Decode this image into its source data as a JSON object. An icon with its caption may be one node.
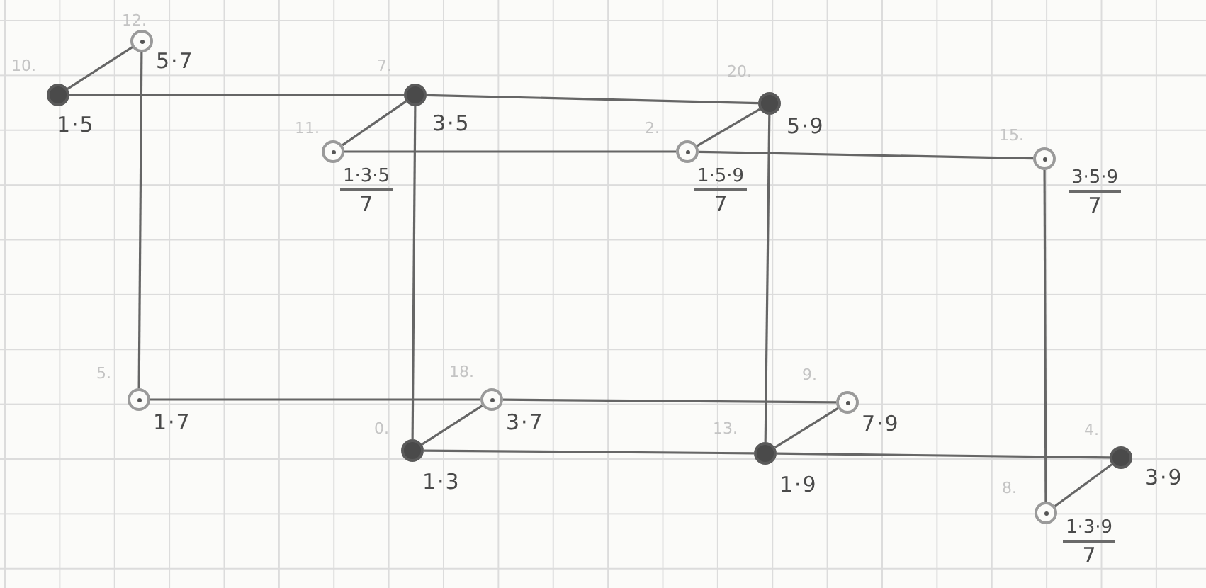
{
  "diagram": {
    "nodes": [
      {
        "text": [],
        "shape": "circle",
        "beside": [
          "12.",
          "5·7"
        ]
      },
      {
        "text": [],
        "shape": "dot",
        "beside": [
          "10.",
          "1·5"
        ]
      },
      {
        "text": [],
        "shape": "dot",
        "beside": [
          "7.",
          "3·5"
        ]
      },
      {
        "text": [],
        "shape": "dot",
        "beside": [
          "20.",
          "5·9"
        ]
      },
      {
        "text": [],
        "shape": "circle",
        "beside": [
          "11.",
          "1·3·5",
          "7"
        ]
      },
      {
        "text": [],
        "shape": "circle",
        "beside": [
          "2.",
          "1·5·9",
          "7"
        ]
      },
      {
        "text": [],
        "shape": "circle",
        "beside": [
          "15.",
          "3·5·9",
          "7"
        ]
      },
      {
        "text": [],
        "shape": "circle",
        "beside": [
          "5.",
          "1·7"
        ]
      },
      {
        "text": [],
        "shape": "circle",
        "beside": [
          "18.",
          "3·7"
        ]
      },
      {
        "text": [],
        "shape": "circle",
        "beside": [
          "9.",
          "7·9"
        ]
      },
      {
        "text": [],
        "shape": "dot",
        "beside": [
          "0.",
          "1·3"
        ]
      },
      {
        "text": [],
        "shape": "dot",
        "beside": [
          "13.",
          "1·9"
        ]
      },
      {
        "text": [],
        "shape": "dot",
        "beside": [
          "4.",
          "3·9"
        ]
      },
      {
        "text": [],
        "shape": "circle",
        "beside": [
          "8.",
          "1·3·9",
          "7"
        ]
      }
    ],
    "edges": [
      {
        "from": 1,
        "to": 0,
        "arrow": "none"
      },
      {
        "from": 1,
        "to": 2,
        "arrow": "none"
      },
      {
        "from": 2,
        "to": 3,
        "arrow": "none"
      },
      {
        "from": 0,
        "to": 7,
        "arrow": "none"
      },
      {
        "from": 2,
        "to": 4,
        "arrow": "none"
      },
      {
        "from": 3,
        "to": 5,
        "arrow": "none"
      },
      {
        "from": 4,
        "to": 5,
        "arrow": "none"
      },
      {
        "from": 5,
        "to": 6,
        "arrow": "none"
      },
      {
        "from": 2,
        "to": 10,
        "arrow": "none"
      },
      {
        "from": 3,
        "to": 11,
        "arrow": "none"
      },
      {
        "from": 6,
        "to": 13,
        "arrow": "none"
      },
      {
        "from": 7,
        "to": 8,
        "arrow": "none"
      },
      {
        "from": 8,
        "to": 10,
        "arrow": "none"
      },
      {
        "from": 8,
        "to": 9,
        "arrow": "none"
      },
      {
        "from": 9,
        "to": 11,
        "arrow": "none"
      },
      {
        "from": 10,
        "to": 11,
        "arrow": "none"
      },
      {
        "from": 11,
        "to": 12,
        "arrow": "none"
      },
      {
        "from": 12,
        "to": 13,
        "arrow": "none"
      }
    ]
  }
}
